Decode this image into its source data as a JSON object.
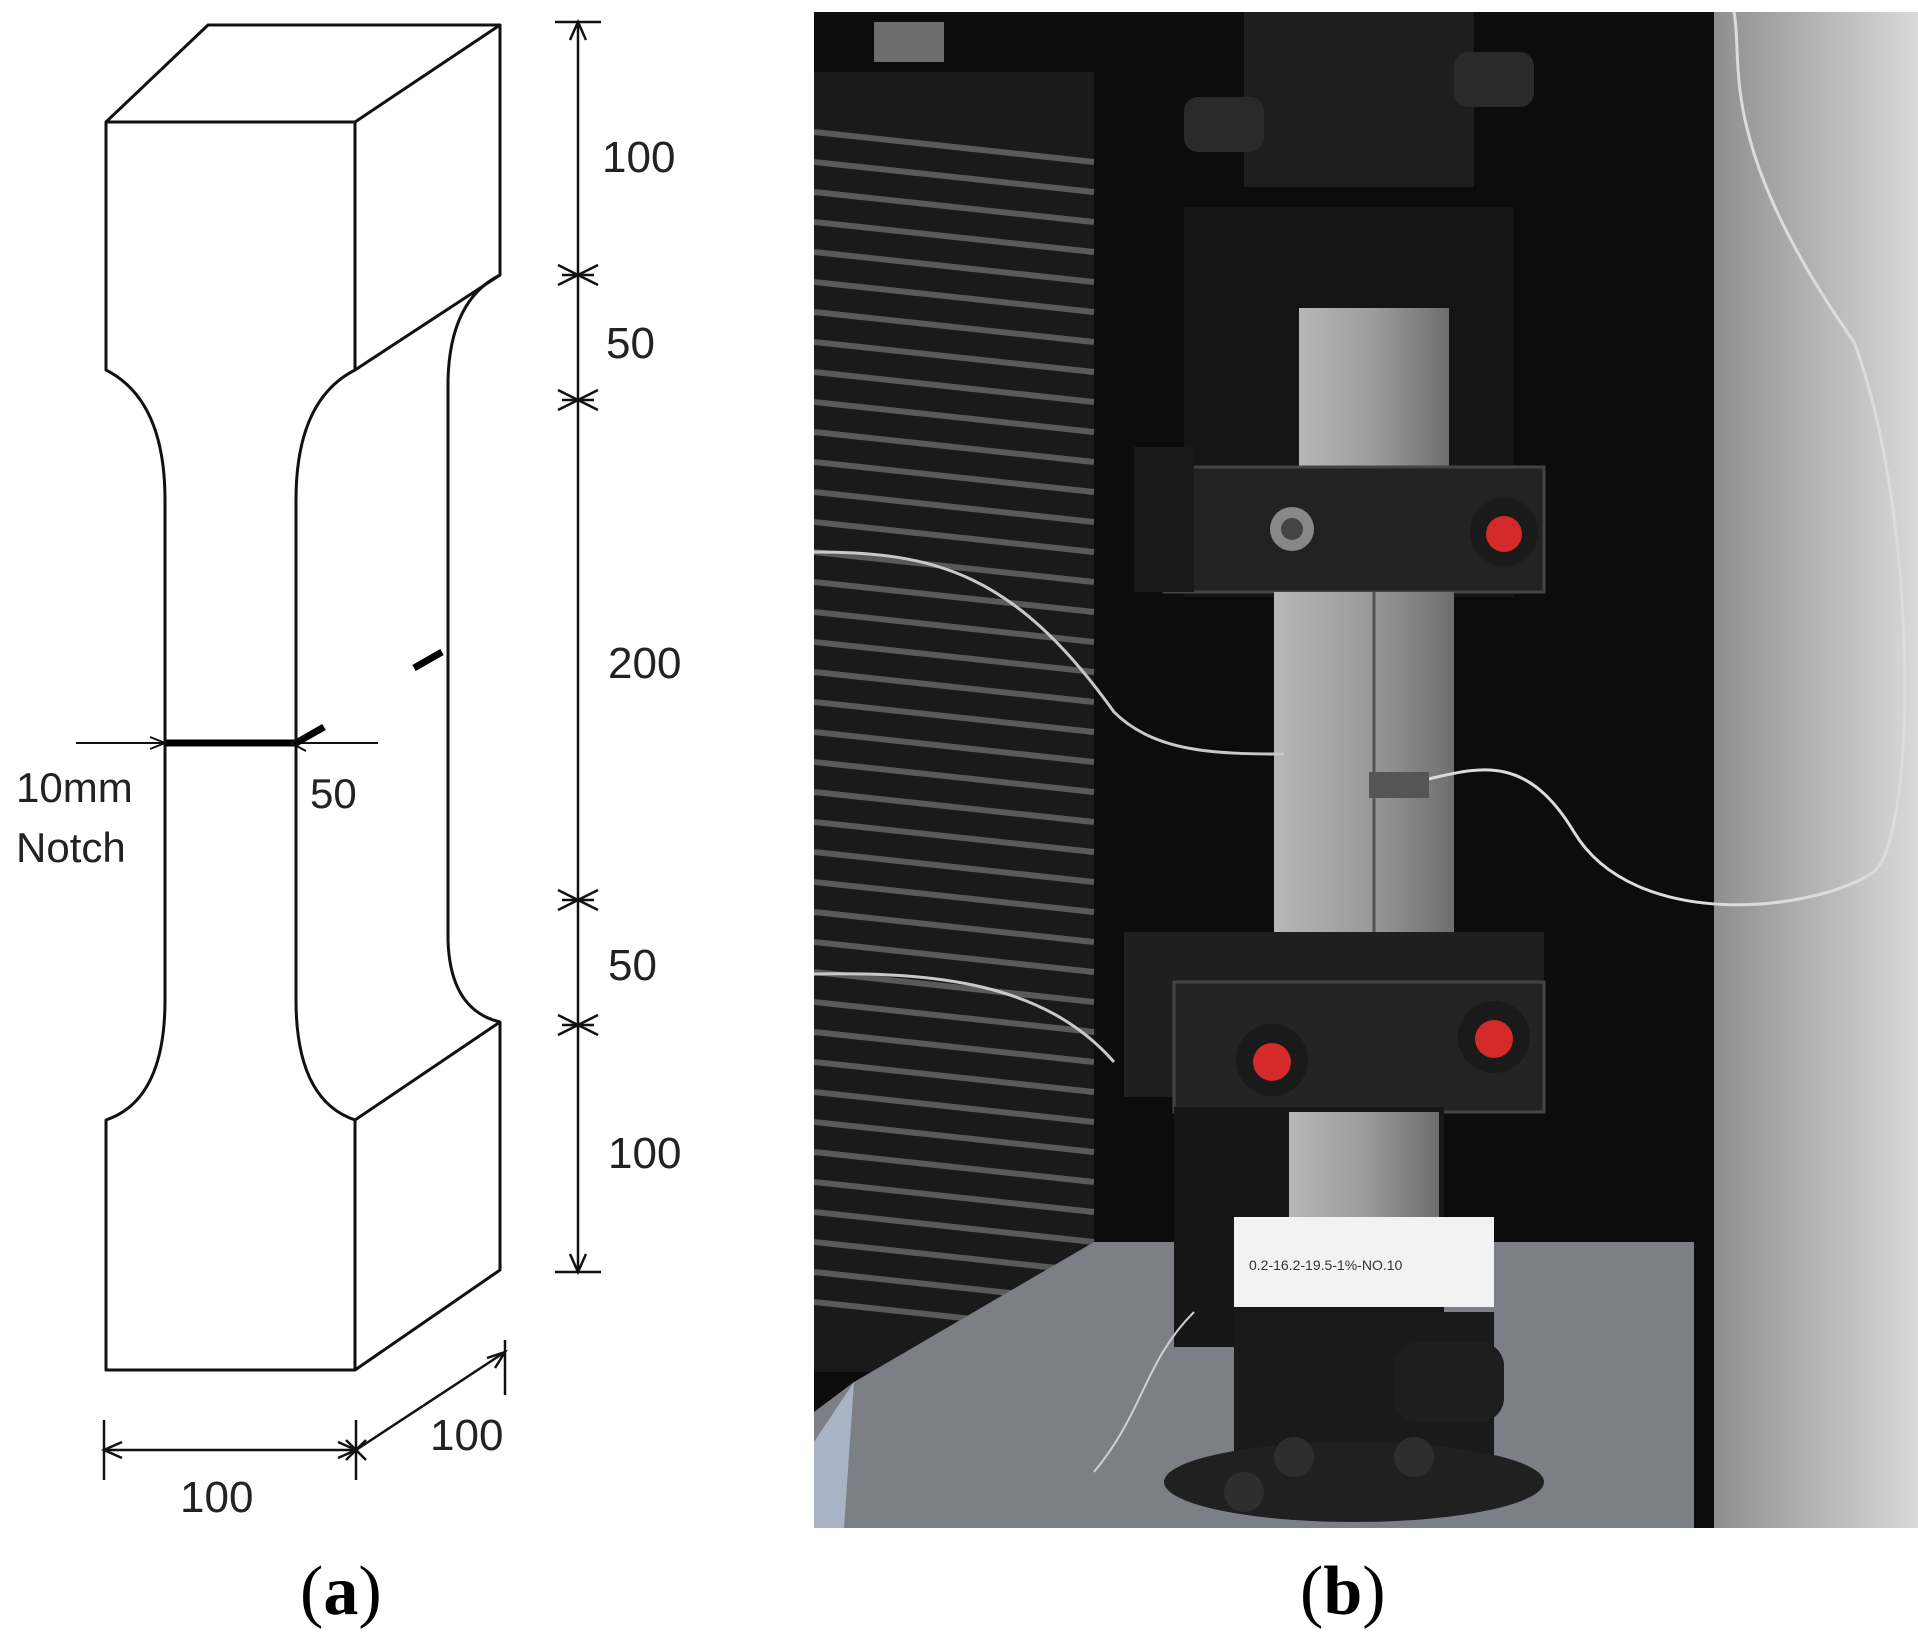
{
  "panel_a": {
    "dimensions": {
      "top_grip": "100",
      "upper_transition": "50",
      "gauge_length": "200",
      "lower_transition": "50",
      "bottom_grip": "100",
      "width": "100",
      "depth": "100",
      "notch_width": "50"
    },
    "notch_label_line1": "10mm",
    "notch_label_line2": "Notch",
    "caption_letter": "a"
  },
  "panel_b": {
    "specimen_tag": "0.2-16.2-19.5-1%-NO.10",
    "caption_letter": "b"
  },
  "colors": {
    "line": "#111111",
    "marker_red": "#d42a2a",
    "steel_dark": "#1b1b1b",
    "concrete": "#9a9a9a"
  }
}
